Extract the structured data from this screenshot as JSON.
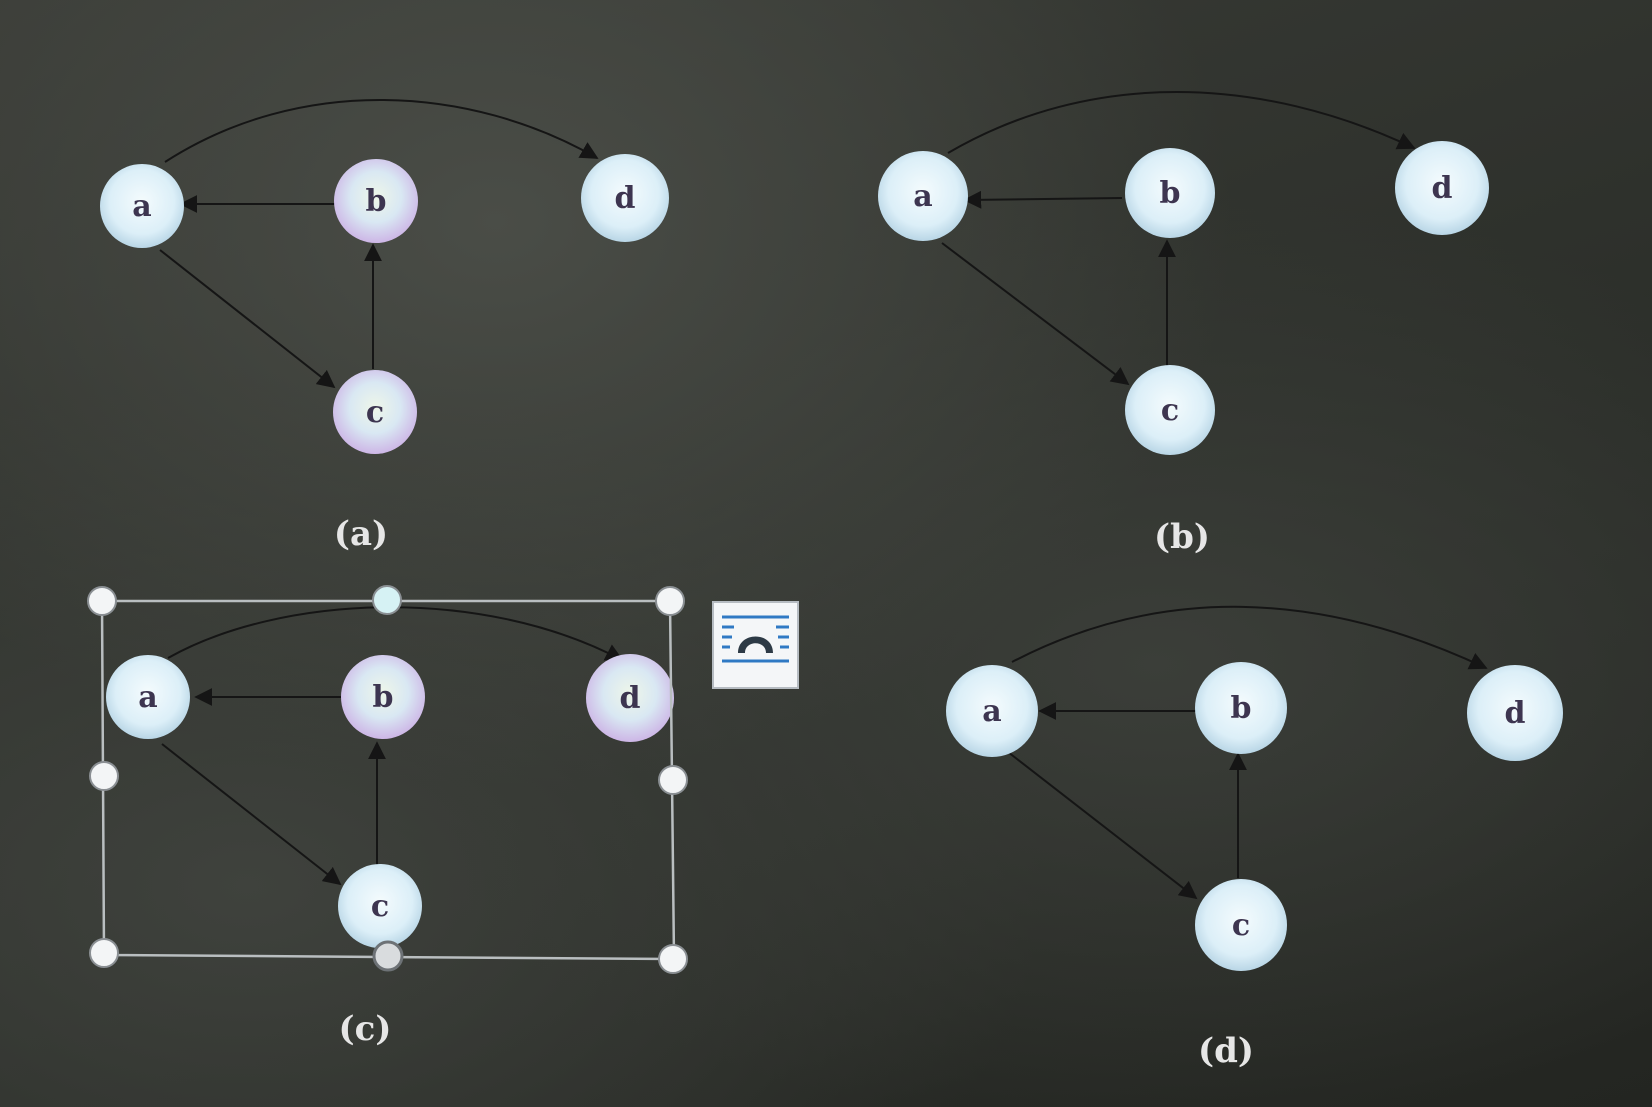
{
  "panels": [
    {
      "caption": "(a)",
      "nodes": {
        "a": "a",
        "b": "b",
        "c": "c",
        "d": "d"
      }
    },
    {
      "caption": "(b)",
      "nodes": {
        "a": "a",
        "b": "b",
        "c": "c",
        "d": "d"
      }
    },
    {
      "caption": "(c)",
      "nodes": {
        "a": "a",
        "b": "b",
        "c": "c",
        "d": "d"
      },
      "selected": true
    },
    {
      "caption": "(d)",
      "nodes": {
        "a": "a",
        "b": "b",
        "c": "c",
        "d": "d"
      }
    }
  ],
  "edges": [
    {
      "from": "a",
      "to": "d",
      "shape": "curved"
    },
    {
      "from": "b",
      "to": "a",
      "shape": "straight"
    },
    {
      "from": "a",
      "to": "c",
      "shape": "straight"
    },
    {
      "from": "c",
      "to": "b",
      "shape": "straight"
    }
  ],
  "colors": {
    "background": "#2b2e29",
    "node_fill": "#e3f4fb",
    "node_label": "#3d3550",
    "edge": "#151515",
    "selection_frame": "#b9bec0"
  },
  "icons": {
    "layout_options": "layout-options-icon"
  }
}
